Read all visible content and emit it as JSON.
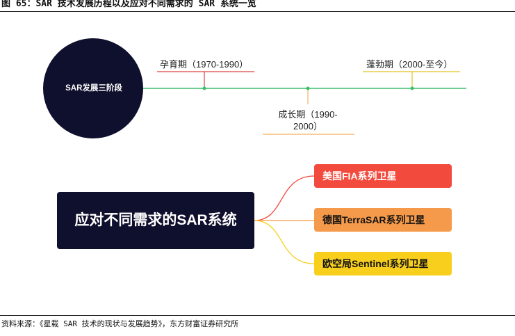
{
  "caption": "图 65：SAR 技术发展历程以及应对不同需求的 SAR 系统一览",
  "timeline": {
    "center_label": "SAR发展三阶段",
    "periods": [
      {
        "label": "孕育期（1970-1990）"
      },
      {
        "label_line1": "成长期（1990-",
        "label_line2": "2000）"
      },
      {
        "label": "蓬勃期（2000-至今）"
      }
    ]
  },
  "mindmap": {
    "root": "应对不同需求的SAR系统",
    "branches": [
      {
        "label": "美国FIA系列卫星",
        "color": "#f24a3d"
      },
      {
        "label": "德国TerraSAR系列卫星",
        "color": "#f59a4a"
      },
      {
        "label": "欧空局Sentinel系列卫星",
        "color": "#f8cf1d"
      }
    ]
  },
  "source": "资料来源：《星载 SAR 技术的现状与发展趋势》，东方财富证券研究所"
}
